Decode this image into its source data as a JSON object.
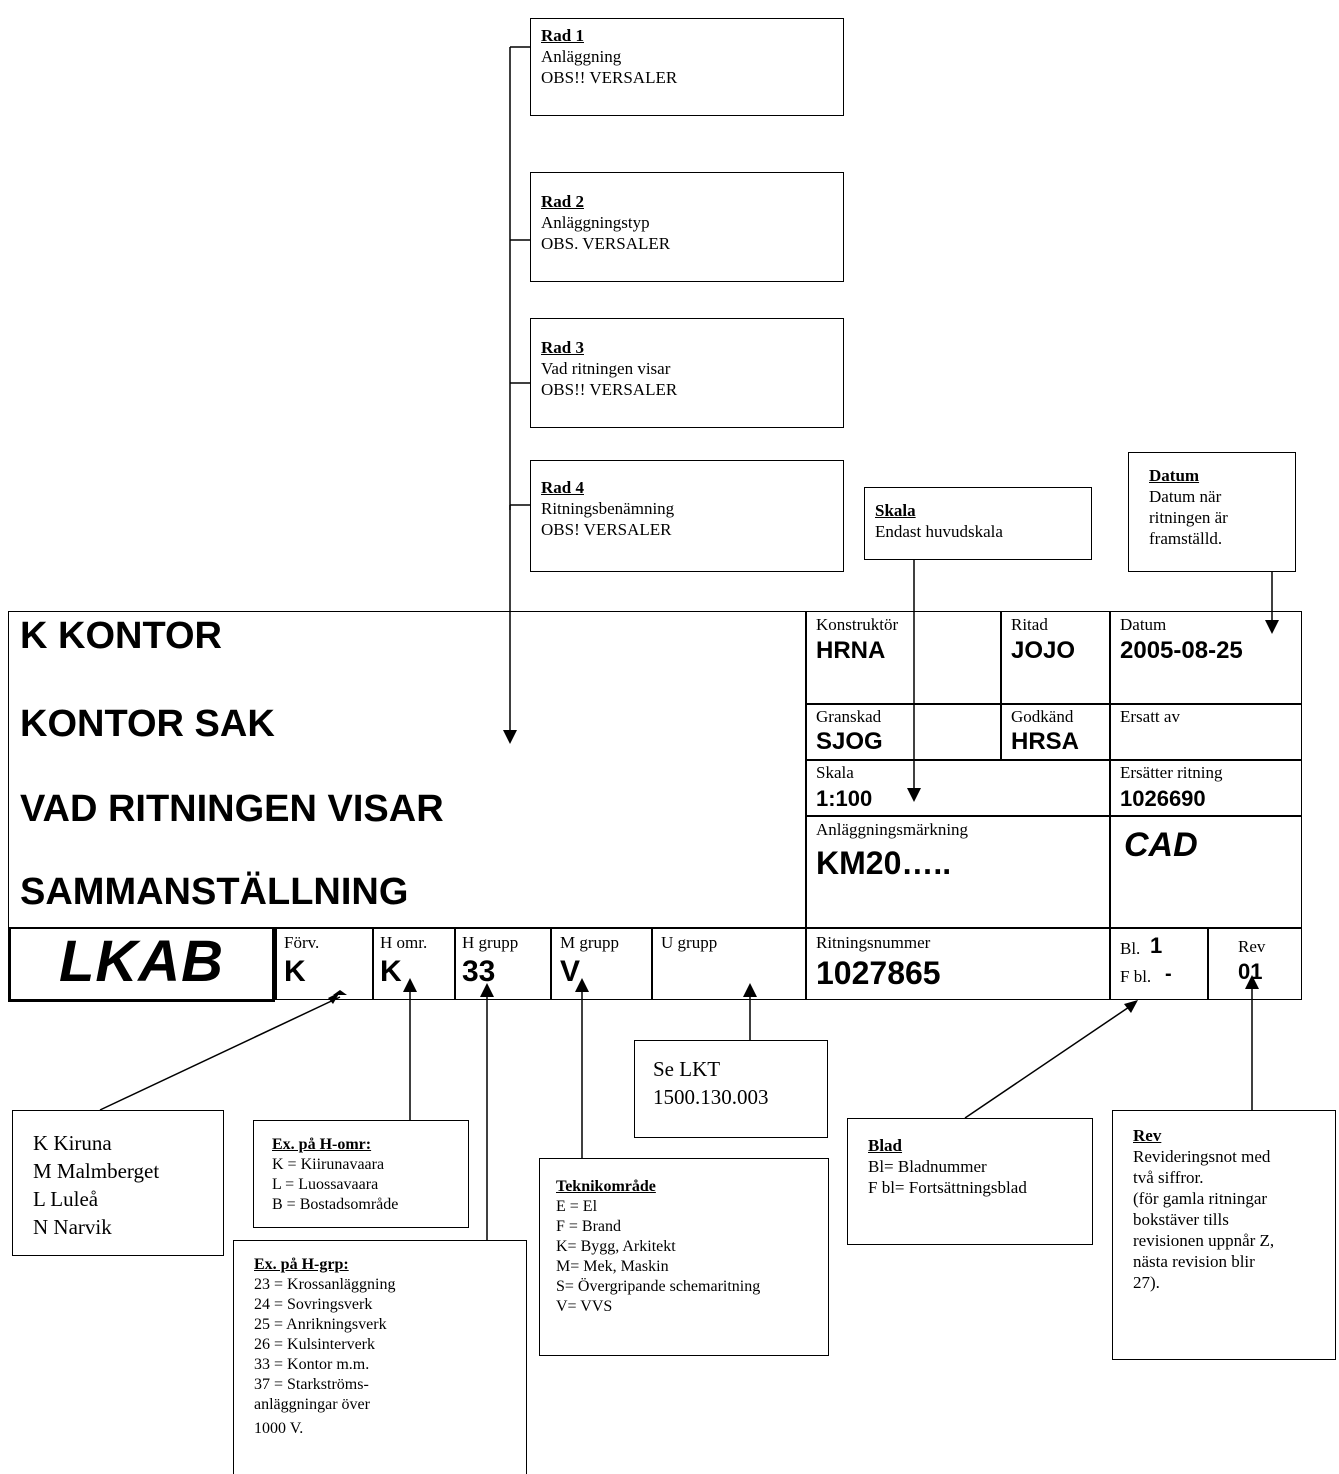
{
  "callouts": {
    "rad1": {
      "title": "Rad 1",
      "line1": "Anläggning",
      "line2": "OBS!! VERSALER"
    },
    "rad2": {
      "title": "Rad 2",
      "line1": "Anläggningstyp",
      "line2": "OBS. VERSALER"
    },
    "rad3": {
      "title": "Rad 3",
      "line1": "Vad ritningen visar",
      "line2": "OBS!! VERSALER"
    },
    "rad4": {
      "title": "Rad 4",
      "line1": "Ritningsbenämning",
      "line2": "OBS! VERSALER"
    },
    "skala": {
      "title": "Skala",
      "line1": "Endast huvudskala"
    },
    "datum": {
      "title": "Datum",
      "lines": [
        "Datum när",
        "ritningen är",
        "framställd."
      ]
    },
    "forv": {
      "lines": [
        "K Kiruna",
        "M Malmberget",
        "L Luleå",
        "N Narvik"
      ]
    },
    "homr": {
      "title": "Ex. på H-omr:",
      "lines": [
        "K = Kiirunavaara",
        "L = Luossavaara",
        "B = Bostadsområde"
      ]
    },
    "hgrp": {
      "title": "Ex. på H-grp:",
      "lines": [
        "23 = Krossanläggning",
        "24 = Sovringsverk",
        "25 = Anrikningsverk",
        "26 = Kulsinterverk",
        "33 = Kontor m.m.",
        "37 = Starkströms-",
        "anläggningar över",
        "1000 V."
      ]
    },
    "lkt": {
      "lines": [
        "Se LKT",
        "1500.130.003"
      ]
    },
    "teknik": {
      "title": "Teknikområde",
      "lines": [
        "E = El",
        "F = Brand",
        "K= Bygg, Arkitekt",
        "M= Mek, Maskin",
        "S= Övergripande schemaritning",
        "V= VVS"
      ]
    },
    "blad": {
      "title": "Blad",
      "lines": [
        "Bl= Bladnummer",
        "F bl= Fortsättningsblad"
      ]
    },
    "rev": {
      "title": "Rev",
      "lines": [
        "Revideringsnot med",
        "två siffror.",
        "(för gamla ritningar",
        "bokstäver tills",
        "revisionen uppnår Z,",
        "nästa revision blir",
        "27)."
      ]
    }
  },
  "titleblock": {
    "row1": "K KONTOR",
    "row2": "KONTOR SAK",
    "row3": "VAD RITNINGEN VISAR",
    "row4": "SAMMANSTÄLLNING",
    "konstruktor_label": "Konstruktör",
    "konstruktor": "HRNA",
    "ritad_label": "Ritad",
    "ritad": "JOJO",
    "datum_label": "Datum",
    "datum": "2005-08-25",
    "granskad_label": "Granskad",
    "granskad": "SJOG",
    "godkand_label": "Godkänd",
    "godkand": "HRSA",
    "ersatt_label": "Ersatt av",
    "skala_label": "Skala",
    "skala": "1:100",
    "ersatter_label": "Ersätter ritning",
    "ersatter": "1026690",
    "anl_label": "Anläggningsmärkning",
    "anl": "KM20…..",
    "cad": "CAD",
    "logo": "LKAB",
    "forv_label": "Förv.",
    "forv": "K",
    "homr_label": "H omr.",
    "homr": "K",
    "hgrupp_label": "H grupp",
    "hgrupp": "33",
    "mgrupp_label": "M grupp",
    "mgrupp": "V",
    "ugrupp_label": "U grupp",
    "ritnr_label": "Ritningsnummer",
    "ritnr": "1027865",
    "bl_label": "Bl.",
    "bl": "1",
    "fbl_label": "F bl.",
    "fbl": "-",
    "rev_label": "Rev",
    "rev": "01"
  }
}
